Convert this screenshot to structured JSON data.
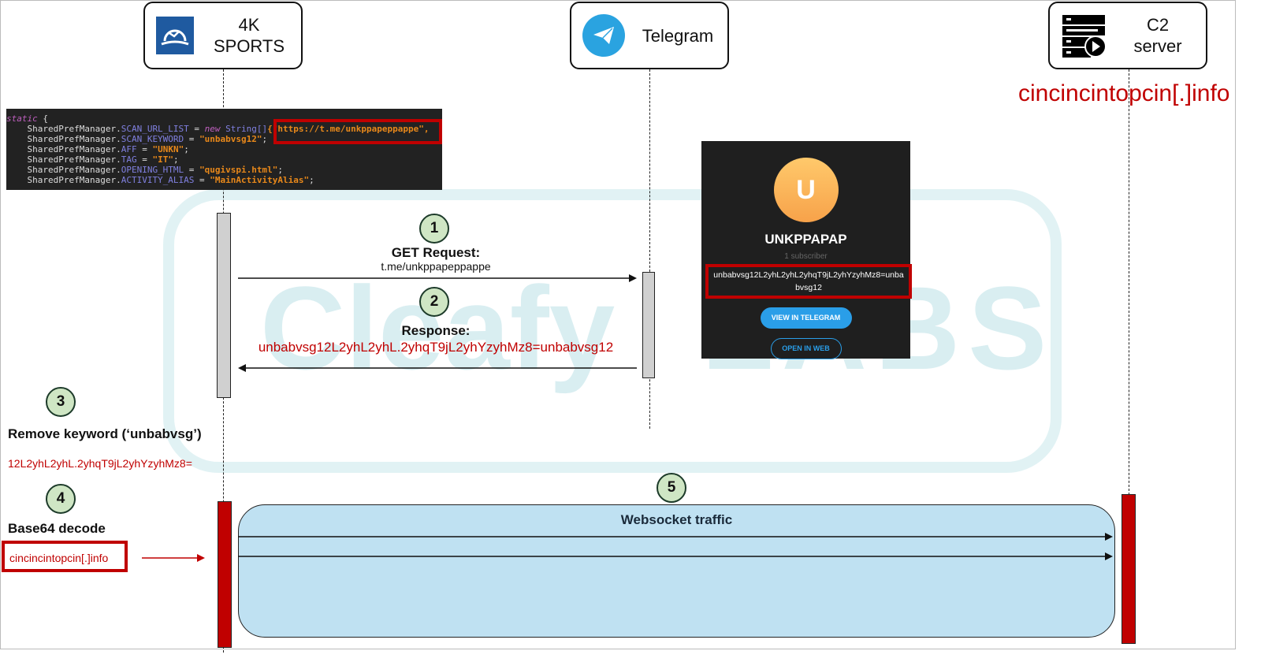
{
  "actors": [
    {
      "label_line1": "4K",
      "label_line2": "SPORTS",
      "icon": "soccer-ball-logo-icon"
    },
    {
      "label": "Telegram",
      "icon": "telegram-paper-plane-icon"
    },
    {
      "label": "C2 server",
      "icon": "server-play-icon"
    }
  ],
  "c2_domain": "cincincintopcin[.]info",
  "code": {
    "lines": [
      {
        "kw": "static",
        "rest": " {"
      },
      {
        "obj": "    SharedPrefManager.",
        "field": "SCAN_URL_LIST",
        "eq": " = ",
        "kw": "new",
        "f2": " String[]",
        "val": "{\"https://t.me/unkppapeppappe\","
      },
      {
        "obj": "    SharedPrefManager.",
        "field": "SCAN_KEYWORD",
        "eq": " = ",
        "val": "\"unbabvsg12\"",
        "end": ";"
      },
      {
        "obj": "    SharedPrefManager.",
        "field": "AFF",
        "eq": " = ",
        "val": "\"UNKN\"",
        "end": ";"
      },
      {
        "obj": "    SharedPrefManager.",
        "field": "TAG",
        "eq": " = ",
        "val": "\"IT\"",
        "end": ";"
      },
      {
        "obj": "    SharedPrefManager.",
        "field": "OPENING_HTML",
        "eq": " = ",
        "val": "\"qugivspi.html\"",
        "end": ";"
      },
      {
        "obj": "    SharedPrefManager.",
        "field": "ACTIVITY_ALIAS",
        "eq": " = ",
        "val": "\"MainActivityAlias\"",
        "end": ";"
      }
    ]
  },
  "telegram_card": {
    "avatar_letter": "U",
    "title": "UNKPPAPAP",
    "subscribers": "1 subscriber",
    "description": "unbabvsg12L2yhL2yhL2yhqT9jL2yhYzyhMz8=unbabvsg12",
    "view_button": "VIEW IN TELEGRAM",
    "web_button": "OPEN IN WEB",
    "accent": "#2a9ee8"
  },
  "steps": {
    "s1": {
      "num": "1",
      "title": "GET Request:",
      "detail": "t.me/unkppapeppappe"
    },
    "s2": {
      "num": "2",
      "title": "Response:",
      "detail": "unbabvsg12L2yhL2yhL.2yhqT9jL2yhYzyhMz8=unbabvsg12"
    },
    "s3": {
      "num": "3",
      "title": "Remove keyword (‘unbabvsg’)",
      "detail": "12L2yhL2yhL.2yhqT9jL2yhYzyhMz8="
    },
    "s4": {
      "num": "4",
      "title": "Base64 decode",
      "detail": "cincincintopcin[.]info"
    },
    "s5": {
      "num": "5",
      "title": "Websocket traffic"
    }
  },
  "watermark": {
    "left": "Cleafy",
    "right": "LABS"
  },
  "colors": {
    "red": "#c00000",
    "step_circle": "#cfe6c4",
    "websocket": "#bfe1f2",
    "activation": "#d0d0d0"
  }
}
